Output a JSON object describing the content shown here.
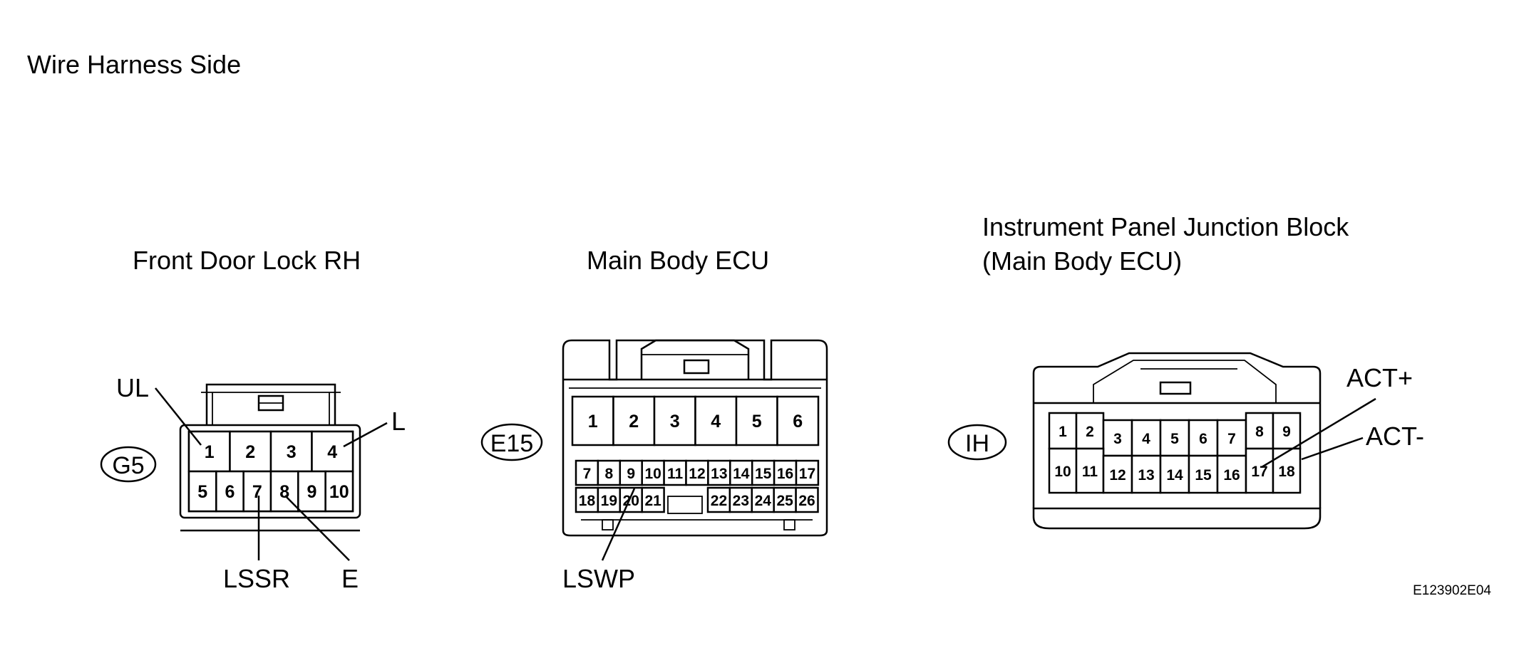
{
  "title": "Wire Harness Side",
  "reference": "E123902E04",
  "connectors": {
    "front_door_lock": {
      "name": "Front Door Lock RH",
      "code": "G5",
      "pins_top": [
        "1",
        "2",
        "3",
        "4"
      ],
      "pins_bottom": [
        "5",
        "6",
        "7",
        "8",
        "9",
        "10"
      ],
      "callouts": {
        "ul": "UL",
        "l": "L",
        "lssr": "LSSR",
        "e": "E"
      }
    },
    "main_body_ecu": {
      "name": "Main Body ECU",
      "code": "E15",
      "pins_top": [
        "1",
        "2",
        "3",
        "4",
        "5",
        "6"
      ],
      "pins_row2": [
        "7",
        "8",
        "9",
        "10",
        "11",
        "12",
        "13",
        "14",
        "15",
        "16",
        "17"
      ],
      "pins_row3_left": [
        "18",
        "19",
        "20",
        "21"
      ],
      "pins_row3_right": [
        "22",
        "23",
        "24",
        "25",
        "26"
      ],
      "callouts": {
        "lswp": "LSWP"
      }
    },
    "junction_block": {
      "name_line1": "Instrument Panel Junction Block",
      "name_line2": "(Main Body ECU)",
      "code": "IH",
      "pins_top": [
        "1",
        "2",
        "3",
        "4",
        "5",
        "6",
        "7",
        "8",
        "9"
      ],
      "pins_bottom": [
        "10",
        "11",
        "12",
        "13",
        "14",
        "15",
        "16",
        "17",
        "18"
      ],
      "callouts": {
        "act_plus": "ACT+",
        "act_minus": "ACT-"
      }
    }
  }
}
